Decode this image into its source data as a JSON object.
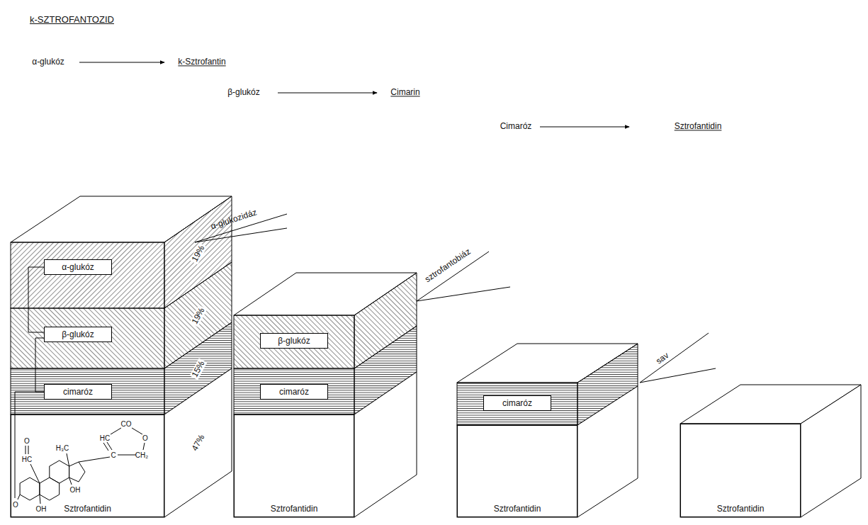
{
  "diagram": {
    "title": "k-SZTROFANTOZID",
    "nodes": [
      {
        "text": [
          "α-glukóz"
        ]
      },
      {
        "text": [
          "β-glukóz"
        ]
      },
      {
        "text": [
          "cimaróz"
        ]
      },
      {
        "text": [
          "Sztrofantidin"
        ]
      },
      {
        "text": [
          "β-glukóz"
        ]
      },
      {
        "text": [
          "cimaróz"
        ]
      },
      {
        "text": [
          "Sztrofantidin"
        ]
      },
      {
        "text": [
          "cimaróz"
        ]
      },
      {
        "text": [
          "Sztrofantidin"
        ]
      },
      {
        "text": [
          "Sztrofantidin"
        ]
      }
    ],
    "edges": [
      {
        "from": 0,
        "to": 1,
        "arrow": "none"
      },
      {
        "from": 1,
        "to": 2,
        "arrow": "none"
      },
      {
        "from": 2,
        "to": 3,
        "arrow": "none"
      }
    ],
    "labels": [
      "α-glukóz",
      "k-Sztrofantin",
      "β-glukóz",
      "Cimarin",
      "Cimaróz",
      "Sztrofantidin",
      "19%",
      "19%",
      "15%",
      "47%",
      "α-glukozidáz",
      "sztrofantobiáz",
      "sav",
      "CO",
      "O",
      "HC",
      "C",
      "CH₂",
      "O",
      "HC",
      "H₃C",
      "OH",
      "OH",
      "O"
    ]
  }
}
